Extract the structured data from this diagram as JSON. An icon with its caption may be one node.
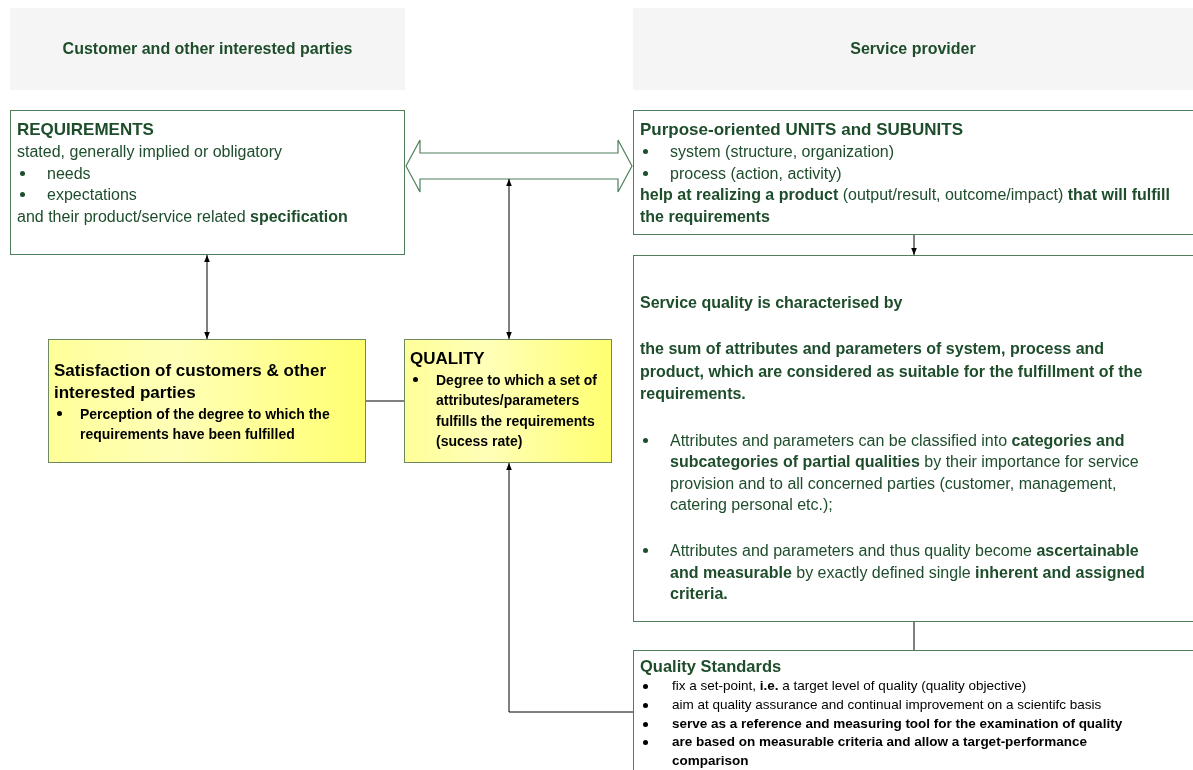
{
  "diagram": {
    "nodes": [
      {
        "text": [
          "Customer and other interested parties"
        ]
      },
      {
        "text": [
          "Service provider"
        ]
      },
      {
        "text": [
          "REQUIREMENTS",
          "stated, generally implied or obligatory",
          "needs",
          "expectations",
          "and their product/service related **specification**"
        ]
      },
      {
        "text": [
          "Purpose-oriented UNITS and SUBUNITS",
          "system (structure, organization)",
          "process (action, activity)",
          "**help at realizing a product** (output/result, outcome/impact) **that will fulfill the requirements**"
        ]
      },
      {
        "text": [
          "Service quality is characterised by",
          "the sum of attributes and parameters of system, process and product, which are considered as suitable for the fulfillment of the requirements.",
          "Attributes and parameters can be classified into **categories and subcategories of partial qualities** by their importance for service provision and to all concerned parties (customer, management, catering personal etc.);",
          "Attributes and parameters and thus quality become **ascertainable and measurable** by exactly defined single **inherent and assigned criteria.**"
        ]
      },
      {
        "text": [
          "Quality Standards",
          "fix a set-point, **i.e.** a target level of quality (quality objective)",
          "aim at quality assurance and continual improvement on a scientifc basis",
          "serve as a reference and measuring tool for the examination of quality",
          "are based on measurable criteria and allow a target-performance comparison"
        ]
      },
      {
        "text": [
          "Satisfaction of customers & other interested parties",
          "Perception of the degree to which the requirements have been fulfilled"
        ]
      },
      {
        "text": [
          "QUALITY",
          "Degree to which a set of attributes/parameters fulfills the requirements (sucess rate)"
        ]
      }
    ],
    "edges": [
      {
        "from": 2,
        "to": 3,
        "arrow": "both",
        "style": "thick"
      },
      {
        "from": 2,
        "to": 6,
        "arrow": "both"
      },
      {
        "from": 7,
        "to": null,
        "arrow": "both"
      },
      {
        "from": 6,
        "to": 7,
        "arrow": "none"
      },
      {
        "from": 3,
        "to": 4,
        "arrow": "to"
      },
      {
        "from": 4,
        "to": 5,
        "arrow": "none"
      },
      {
        "from": 5,
        "to": 7,
        "arrow": "to"
      }
    ]
  }
}
